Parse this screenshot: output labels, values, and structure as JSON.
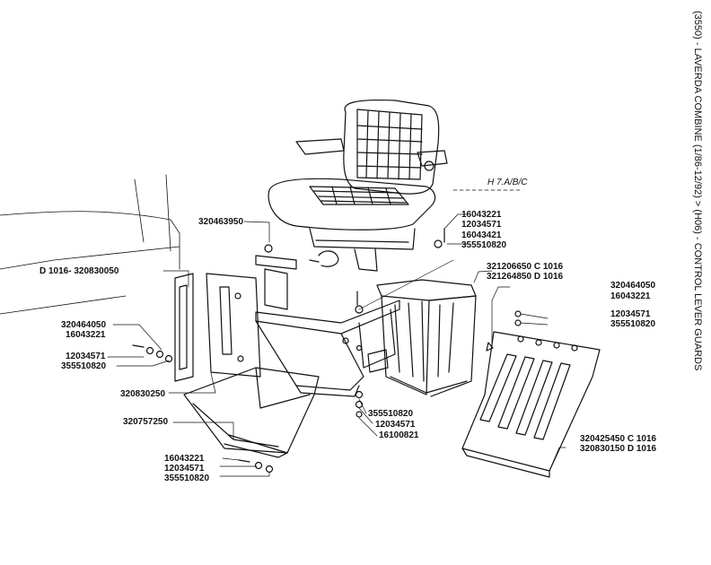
{
  "title": "(3550) - LAVERDA COMBINE (1/86-12/92) > (H06) - CONTROL LEVER GUARDS",
  "ref_code": "H 7.A/B/C",
  "labels": {
    "l320463950": "320463950",
    "l16043221a": "16043221",
    "l12034571a": "12034571",
    "l16043421": "16043421",
    "l355510820a": "355510820",
    "l320830050": "D 1016- 320830050",
    "l321206650": "321206650 C 1016",
    "l321264850": "321264850 D 1016",
    "l320464050a": "320464050",
    "l16043221b": "16043221",
    "l12034571b": "12034571",
    "l355510820b": "355510820",
    "l320464050b": "320464050",
    "l16043221c": "16043221",
    "l12034571c": "12034571",
    "l355510820c": "355510820",
    "l320830250": "320830250",
    "l355510820d": "355510820",
    "l12034571d": "12034571",
    "l16100821": "16100821",
    "l320757250": "320757250",
    "l320425450": "320425450 C 1016",
    "l320830150": "320830150 D 1016",
    "l16043221d": "16043221",
    "l12034571e": "12034571",
    "l355510820e": "355510820"
  }
}
